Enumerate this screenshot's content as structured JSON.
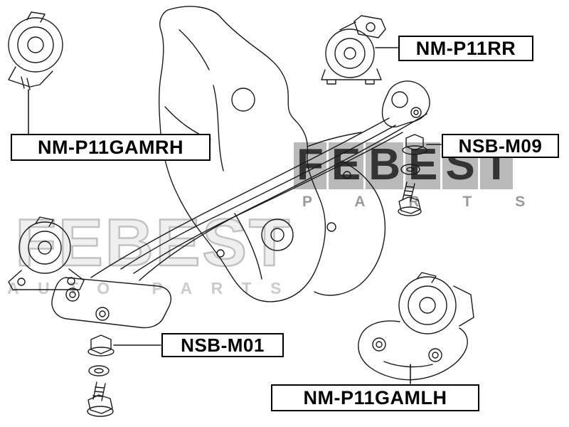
{
  "page": {
    "background": "#ffffff",
    "line_color": "#1a1a1a"
  },
  "labels": {
    "nm_p11gamrh": "NM-P11GAMRH",
    "nm_p11rr": "NM-P11RR",
    "nsb_m09": "NSB-M09",
    "nsb_m01": "NSB-M01",
    "nm_p11gamlh": "NM-P11GAMLH"
  },
  "watermarks": {
    "left": {
      "text": "FEBEST",
      "subtext": "AUTO PARTS"
    },
    "right": {
      "text": "FEBEST",
      "subtext": "PARTS"
    }
  }
}
